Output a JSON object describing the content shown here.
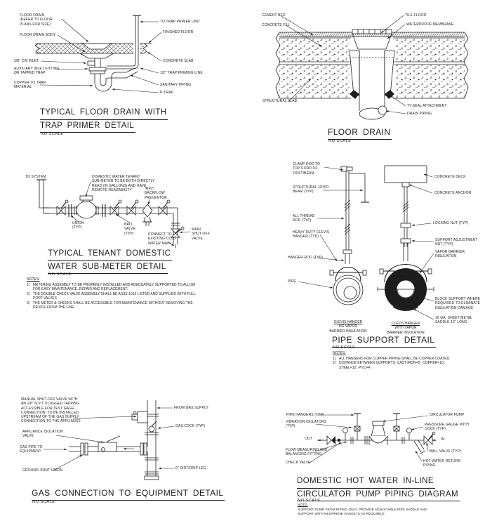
{
  "colors": {
    "ink": "#1d1d1d",
    "paper": "#ffffff"
  },
  "d1": {
    "title1": "TYPICAL FLOOR DRAIN WITH",
    "title2": "TRAP PRIMER DETAIL",
    "scale": "NO SCALE",
    "labels": {
      "floor_drain": "FLOOR DRAIN\n(REFER TO FLOOR\nPLANS FOR SIZE)",
      "drain_body": "FLOOR DRAIN BODY",
      "cw_inlet": "3/8\" CW INLET",
      "aux_inlet": "AUXILIARY INLET FITTING\nOR TAPPED TRAP",
      "copper_trap": "COPPER TO TRAP\nMATERIAL",
      "to_primer": "TO TRAP PRIMER UNIT",
      "finished_floor": "FINISHED FLOOR",
      "concrete_slab": "CONCRETE SLAB",
      "priming_line": "1/2\" TRAP PRIMING LINE",
      "sanitary": "SANITARY PIPING",
      "p_trap": "P-TRAP"
    }
  },
  "d2": {
    "title": "FLOOR DRAIN",
    "scale": "NO SCALE",
    "labels": {
      "cement_bed": "CEMENT BED",
      "concrete_fill": "CONCRETE FILL",
      "tile_floor": "TILE FLOOR",
      "membrane": "WATERPROOF MEMBRANE",
      "structural_slab": "STRUCTURAL SLAB",
      "ty_seal": "TY-SEAL ATTACHMENT",
      "drain_piping": "DRAIN PIPING"
    }
  },
  "d3": {
    "title1": "TYPICAL TENANT DOMESTIC",
    "title2": "WATER SUB-METER DETAIL",
    "scale": "NO SCALE",
    "labels": {
      "to_system": "TO SYSTEM",
      "sub_meter": "DOMESTIC WATER TENANT\nSUB-METER TO BE BOTH DIRECTLY\nREAD (IN GALLONS) AND HAVE\nREMOTE READABILITY",
      "rpz": "\"RPZ\"\nBACKFLOW\nPREVENTOR",
      "union": "UNION\n(TYP)",
      "ball_valve": "BALL\nVALVE\n(TYP)",
      "connect_to": "CONNECT TO\nEXISTING COLD\nWATER MAIN",
      "main_shutoff": "MAIN\nSHUT-OFF\nVALVE"
    },
    "notes": {
      "heading": "NOTES:",
      "items": [
        {
          "num": "1)",
          "text": "METERING ASSEMBLY TO BE PROPERLY INSTALLED AND ADEQUATELY SUPPORTED TO ALLOW FOR EASY MAINTENANCE, REPAIR AND REPLACEMENT."
        },
        {
          "num": "2)",
          "text": "THE DOUBLE CHECK VALVE ASSEMBLY SHALL BE ASSE 1013 LISTED AND SUPPLIED WITH FULL PORT VALVES."
        },
        {
          "num": "3)",
          "text": "THE METER & CHECKS SHALL BE ACCESSIBLE FOR MAINTENANCE WITHOUT REMOVING THE DEVICE FROM THE LINE."
        }
      ]
    }
  },
  "d4": {
    "title": "PIPE SUPPORT DETAIL",
    "scale": "NO SCALE",
    "labels": {
      "clamp_rod": "CLAMP ROD TO\nTOP CORD OF\nJOIST/BEAM",
      "structural_joist": "STRUCTURAL JOIST/\nBEAM (TYP)",
      "all_thread": "ALL THREAD\nROD (TYP)",
      "clevis_hanger": "HEAVY DUTY CLEVIS\nHANGER (TYP)",
      "hanger_rod": "HANGER ROD (TYP)",
      "pipe": "PIPE",
      "concrete_deck": "CONCRETE DECK",
      "concrete_anchor": "CONCRETE ANCHOR",
      "locking_nut": "LOCKING NUT (TYP)",
      "support_nut": "SUPPORT ADJUSTMENT\nNUT (TYP)",
      "vapor_barrier": "VAPOR BARRIER\nINSULATION",
      "block_support": "BLOCK SUPPORT WHERE\nREQUIRED TO ELIMINATE\nINSULATION DAMAGE",
      "sheet_metal": "16 GA. SHEET METAL\nSADDLE 12\" LONG"
    },
    "captions": {
      "left_head": "CLEVIS HANGER",
      "left_rest": "NO VAPOR\nBARRIER INSULATION",
      "right_head": "CLEVIS HANGER",
      "right_rest": "WITH VAPOR\nBARRIER INSULATION"
    },
    "notes": {
      "heading": "NOTES:",
      "items": [
        {
          "num": "1)",
          "text": "ALL HANGERS FOR COPPER PIPING SHALL BE COPPER COATED."
        },
        {
          "num": "2)",
          "text": "DISTANCE BETWEEN SUPPORTS: CAST IRON=5', COPPER=10', STEEL=12', PVC=4'"
        }
      ]
    }
  },
  "d5": {
    "title": "GAS CONNECTION TO EQUIPMENT DETAIL",
    "scale": "NO SCALE",
    "labels": {
      "manual_valve": "MANUAL SHUT-OFF VALVE WITH\nAN 1/8\" N.P.T. PLUGGED TAPPING\nACCESSIBLE FOR TEST GAGE\nCONNECTION. TO BE INSTALLED\nUPSTREAM OF THE GAS SUPPLY\nCONNECTION TO THE APPLIANCE",
      "appliance_valve": "APPLIANCE ISOLATION\nVALVE",
      "gas_pipe": "GAS PIPE TO\nEQUIPMENT",
      "ground_union": "GROUND JOINT UNION",
      "from_supply": "FROM GAS SUPPLY",
      "gas_cock": "GAS COCK (TYP)",
      "dirt_leg": "6\" DIRT/DRIP LEG"
    }
  },
  "d6": {
    "title1": "DOMESTIC HOT WATER IN-LINE",
    "title2": "CIRCULATOR PUMP PIPING DIAGRAM",
    "scale": "NO SCALE",
    "labels": {
      "pipe_hangers": "PIPE HANGERS (TYP)",
      "vibration": "VIBRATION ISOLATORS\n(TYP)",
      "out": "OUT",
      "flow_fitting": "FLOW MEASURING AND\nBALANCING FITTING",
      "check_valve": "CHECK VALVE",
      "circulator": "CIRCULATOR PUMP",
      "pressure_gauge": "PRESSURE GAUGE WITH\nCOCK (TYP)",
      "in": "IN",
      "ball_valve": "BALL VALVE (TYP)",
      "hw_return": "HOT WATER RETURN\nPIPING"
    },
    "note": {
      "heading": "NOTE:",
      "text": "SUPPORT PUMP FROM PIPING ONLY.  PROVIDE ADJUSTABLE PIPE SADDLE AND\nSUPPORT WITH NEOPRENE GASKETS AS REQUIRED."
    }
  }
}
